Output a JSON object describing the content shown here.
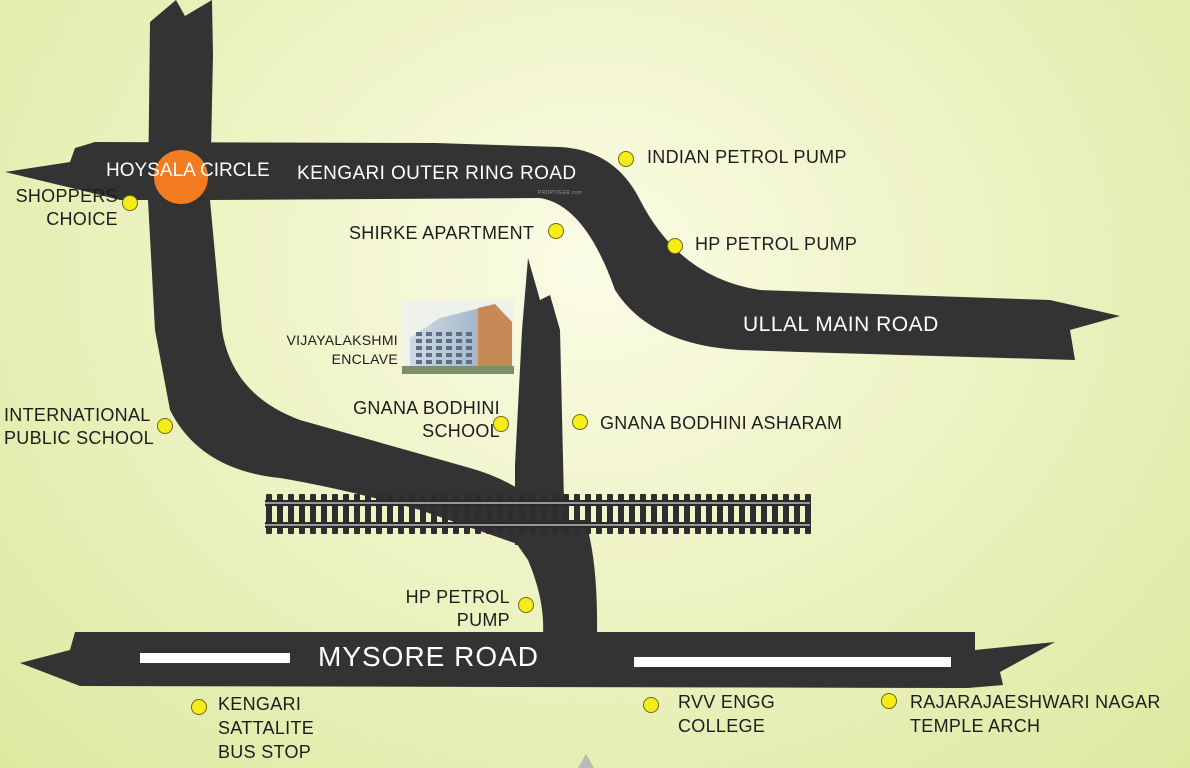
{
  "watermark": "PROPTIGER.com",
  "roads": {
    "kengari_outer_ring": "KENGARI OUTER RING ROAD",
    "ullal_main": "ULLAL MAIN ROAD",
    "mysore": "MYSORE ROAD"
  },
  "junction": {
    "left": "HOYSALA",
    "right": "CIRCLE"
  },
  "project": {
    "line1": "VIJAYALAKSHMI",
    "line2": "ENCLAVE"
  },
  "landmarks": {
    "shoppers_choice": [
      "SHOPPERS",
      "CHOICE"
    ],
    "indian_petrol_pump": "INDIAN PETROL PUMP",
    "shirke_apartment": "SHIRKE APARTMENT",
    "hp_petrol_pump_north": "HP PETROL PUMP",
    "international_public_school": [
      "INTERNATIONAL",
      "PUBLIC SCHOOL"
    ],
    "gnana_bodhini_school": [
      "GNANA BODHINI",
      "SCHOOL"
    ],
    "gnana_bodhini_asharam": "GNANA BODHINI ASHARAM",
    "hp_petrol_pump_south": [
      "HP PETROL",
      "PUMP"
    ],
    "kengari_bus_stop": [
      "KENGARI",
      "SATTALITE",
      "BUS STOP"
    ],
    "rvv_engg_college": [
      "RVV ENGG",
      "COLLEGE"
    ],
    "rr_nagar_temple_arch": [
      "RAJARAJAESHWARI NAGAR",
      "TEMPLE ARCH"
    ]
  },
  "colors": {
    "road": "#333333",
    "marker": "#f6ec1a",
    "circle": "#f47c20"
  }
}
